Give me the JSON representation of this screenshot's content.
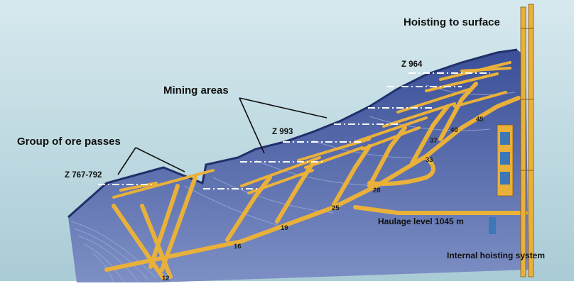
{
  "labels": {
    "hoisting": "Hoisting to surface",
    "mining_areas": "Mining areas",
    "ore_passes": "Group of ore passes",
    "haulage": "Haulage level 1045 m",
    "internal_hoist": "Internal hoisting system"
  },
  "zones": {
    "z964": "Z 964",
    "z993": "Z 993",
    "z767": "Z 767-792"
  },
  "levels": [
    "12",
    "16",
    "19",
    "25",
    "28",
    "33",
    "37",
    "40",
    "45"
  ],
  "colors": {
    "background": "#bdd9e0",
    "rock_dark": "#2f3f84",
    "rock_mid": "#3e54a0",
    "rock_light": "#6d80bd",
    "tunnels": "#e9b13a",
    "tunnel_edge": "#8a5a10",
    "dashes": "#ffffff"
  }
}
